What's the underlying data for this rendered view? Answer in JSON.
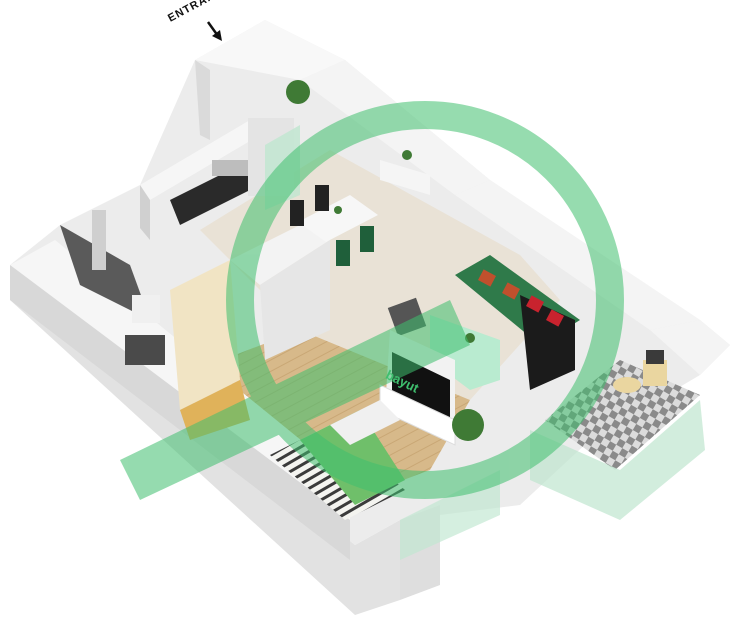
{
  "entrance": {
    "label": "ENTRANCE"
  },
  "tv_screen": {
    "brand_text": "bayut"
  },
  "icons": [
    "arrow-down-icon",
    "bayut-watermark-logo"
  ],
  "colors": {
    "wall": "#f1f1f1",
    "wall_shadow": "#d2d2d2",
    "floor_light": "#e9e2d6",
    "wood_floor": "#d7b98a",
    "watermark": "#3fbf6e",
    "sofa": "#2f7a4a",
    "bed_cover": "#6fbf6a",
    "glass": "#bfe6cf",
    "terrace_tile_dark": "#8a8a8a",
    "terrace_tile_light": "#dcdcdc"
  }
}
